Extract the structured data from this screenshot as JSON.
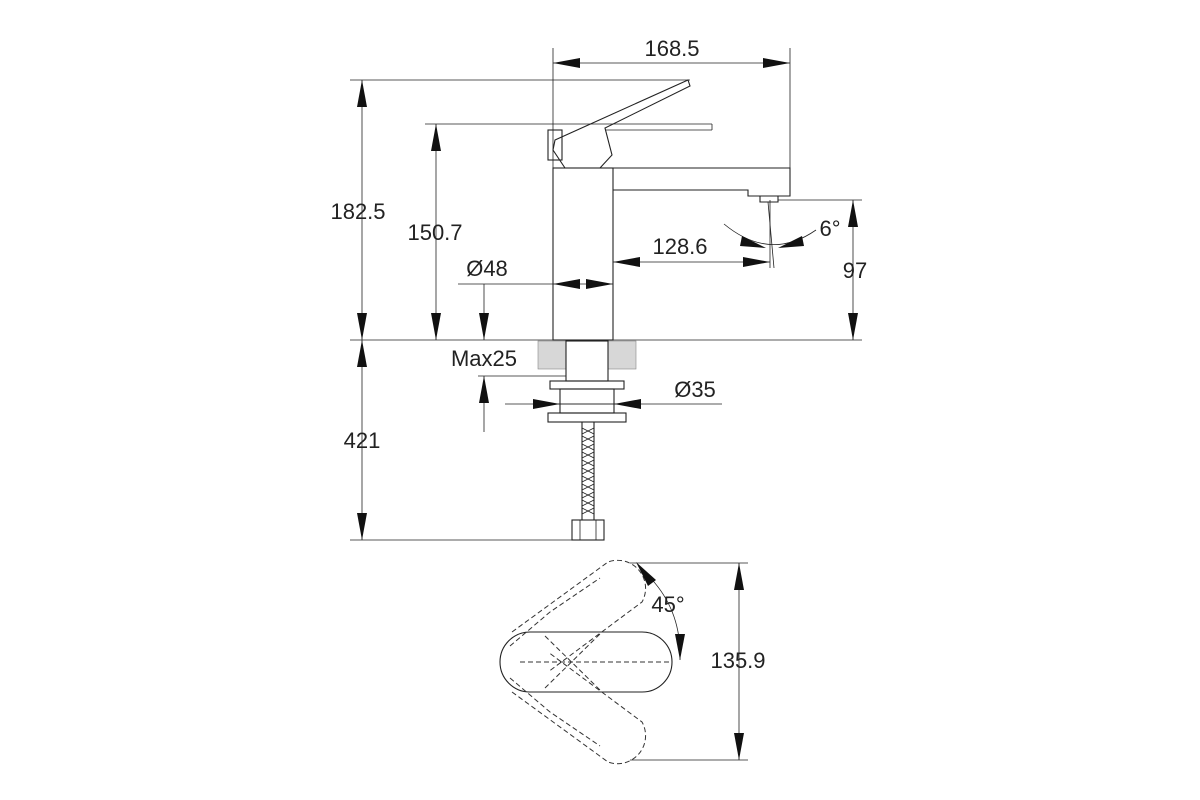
{
  "dimensions": {
    "overall_reach": "168.5",
    "total_height": "182.5",
    "lever_height": "150.7",
    "spout_reach": "128.6",
    "base_diameter": "Ø48",
    "spout_angle": "6°",
    "spout_clearance": "97",
    "max_deck_thickness": "Max25",
    "shank_diameter": "Ø35",
    "hose_length": "421",
    "lever_rotation": "45°",
    "lever_plan_length": "135.9"
  },
  "colors": {
    "line": "#222222",
    "hatch": "#d7d7d7"
  }
}
